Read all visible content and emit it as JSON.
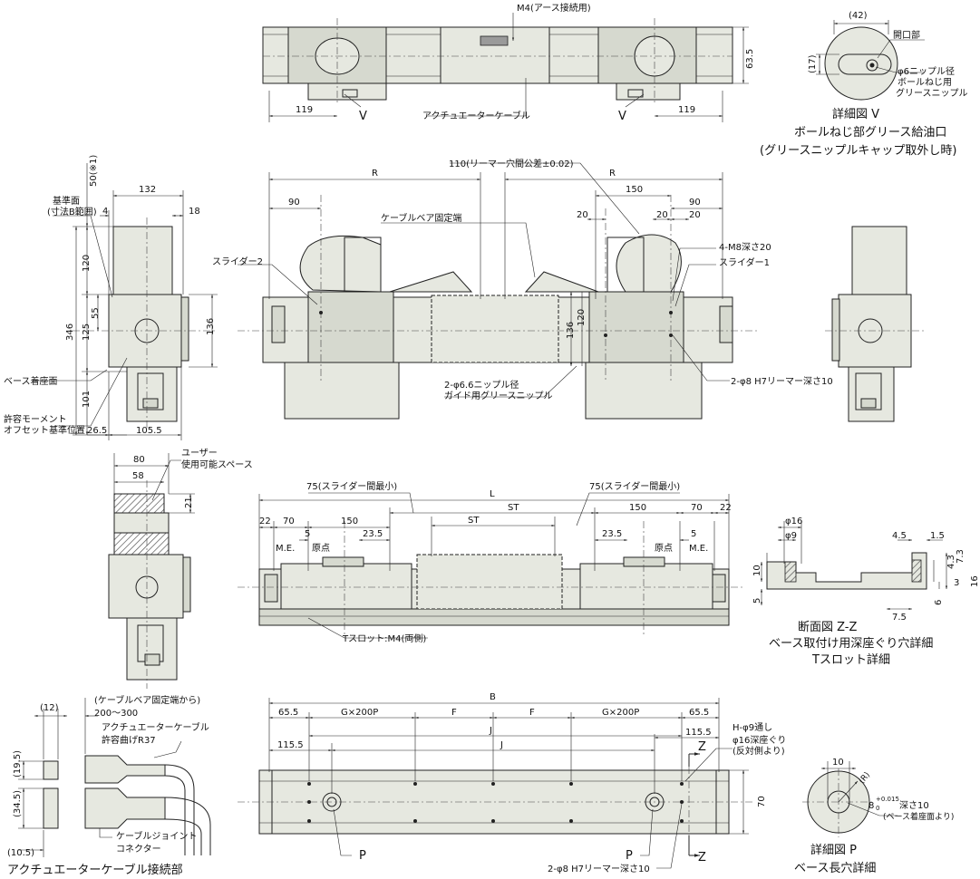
{
  "top_view": {
    "m4_earth": "M4(アース接続用)",
    "d635": "63.5",
    "d119_left": "119",
    "d119_right": "119",
    "v_left": "V",
    "v_right": "V",
    "actuator_cable": "アクチュエーターケーブル"
  },
  "detail_v": {
    "d42": "(42)",
    "d17": "(17)",
    "opening": "開口部",
    "nipple1": "φ6ニップル径",
    "nipple2": "ボールねじ用",
    "nipple3": "グリースニップル",
    "title1": "詳細図 V",
    "title2": "ボールねじ部グリース給油口",
    "title3": "(グリースニップルキャップ取外し時)"
  },
  "side_left": {
    "d50": "50(※1)",
    "d132": "132",
    "ref_face1": "基準面",
    "ref_face2": "(寸法B範囲)",
    "d4": "4",
    "d18": "18",
    "d120": "120",
    "d55": "55",
    "d346": "346",
    "d125": "125",
    "d136": "136",
    "d101": "101",
    "base_face": "ベース着座面",
    "moment1": "許容モーメント",
    "moment2": "オフセット基準位置",
    "d265": "26.5",
    "d1055": "105.5"
  },
  "front_view": {
    "d110": "110(リーマー穴間公差±0.02)",
    "r_left": "R",
    "r_right": "R",
    "d90_left": "90",
    "d150": "150",
    "d90_right": "90",
    "d20a": "20",
    "d20b": "20",
    "d20c": "20",
    "cable_bear_fixed": "ケーブルベア固定端",
    "slider2": "スライダー2",
    "slider1": "スライダー1",
    "m8": "4-M8深さ20",
    "d120": "120",
    "d136": "136",
    "nipple66_1": "2-φ6.6ニップル径",
    "nipple66_2": "ガイド用グリースニップル",
    "reamer": "2-φ8 H7リーマー深さ10"
  },
  "user_space": {
    "d80": "80",
    "d58": "58",
    "d21": "21",
    "label1": "ユーザー",
    "label2": "使用可能スペース"
  },
  "middle_view": {
    "min_left": "75(スライダー間最小)",
    "min_right": "75(スライダー間最小)",
    "L": "L",
    "ST_outer": "ST",
    "ST_inner": "ST",
    "d22_left": "22",
    "d22_right": "22",
    "d70_left": "70",
    "d70_right": "70",
    "d5_left": "5",
    "d5_right": "5",
    "d150_left": "150",
    "d150_right": "150",
    "d235_left": "23.5",
    "d235_right": "23.5",
    "me_left": "M.E.",
    "me_right": "M.E.",
    "origin_left": "原点",
    "origin_right": "原点",
    "tslot": "Tスロット:M4(両側)"
  },
  "section_zz": {
    "d16": "φ16",
    "d9": "φ9",
    "d45": "4.5",
    "d15": "1.5",
    "d10": "10",
    "d5": "5",
    "d73": "7.3",
    "d43": "4.3",
    "d3": "3",
    "d16b": "16",
    "d6": "6",
    "d75": "7.5",
    "title1": "断面図 Z-Z",
    "title2": "ベース取付け用深座ぐり穴詳細",
    "title3": "Tスロット詳細"
  },
  "cable_conn": {
    "d12": "(12)",
    "range1": "(ケーブルベア固定端から)",
    "range2": "200〜300",
    "bend1": "アクチュエーターケーブル",
    "bend2": "許容曲げR37",
    "d195": "(19.5)",
    "d345": "(34.5)",
    "d105": "(10.5)",
    "joint1": "ケーブルジョイント",
    "joint2": "コネクター",
    "title": "アクチュエーターケーブル接続部"
  },
  "bottom_view": {
    "B": "B",
    "d655_left": "65.5",
    "d655_right": "65.5",
    "g_left": "G×200P",
    "g_right": "G×200P",
    "F_left": "F",
    "F_right": "F",
    "J_upper": "J",
    "J_lower": "J",
    "d1155_left": "115.5",
    "d1155_right": "115.5",
    "Z_top": "Z",
    "Z_bottom": "Z",
    "holes1": "H-φ9通し",
    "holes2": "φ16深座ぐり",
    "holes3": "(反対側より)",
    "d70": "70",
    "P_left": "P",
    "P_right": "P",
    "reamer": "2-φ8 H7リーマー深さ10"
  },
  "detail_p": {
    "d10": "10",
    "R": "(R)",
    "d8": "8",
    "tol_up": "+0.015",
    "tol_dn": "0",
    "depth": "深さ10",
    "base_ref": "(ベース着座面より)",
    "title1": "詳細図 P",
    "title2": "ベース長穴詳細"
  }
}
